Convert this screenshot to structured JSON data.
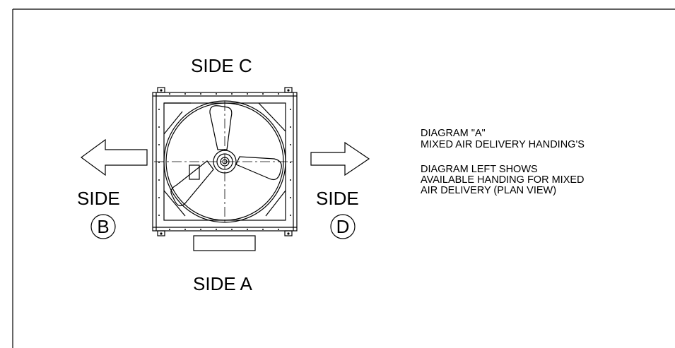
{
  "labels": {
    "side_c": "SIDE C",
    "side_a": "SIDE A",
    "side_b_word": "SIDE",
    "side_b_letter": "B",
    "side_d_word": "SIDE",
    "side_d_letter": "D"
  },
  "notes": {
    "title_1": "DIAGRAM \"A\"",
    "title_2": "MIXED AIR DELIVERY HANDING'S",
    "desc_1": "DIAGRAM LEFT SHOWS",
    "desc_2": "AVAILABLE HANDING FOR MIXED",
    "desc_3": "AIR DELIVERY (PLAN VIEW)"
  }
}
